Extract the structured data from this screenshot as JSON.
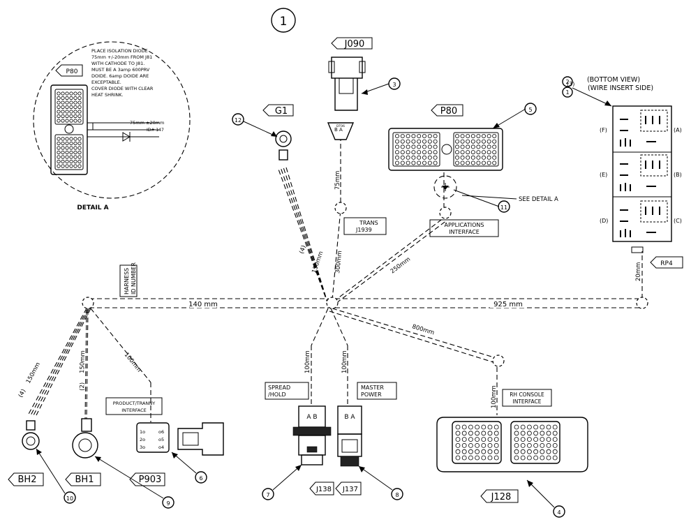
{
  "sheet_number": "1",
  "detail_a": {
    "title": "DETAIL A",
    "connector": "P80",
    "note": [
      "PLACE ISOLATION DIODE",
      "75mm +/-20mm FROM J81",
      "WITH CATHODE TO J81.",
      "MUST BE A 3amp 600PRV",
      "DOIDE. 6amp DOIDE ARE",
      "EXCEPTABLE.",
      "COVER DIODE WITH CLEAR",
      "HEAT SHRINK."
    ],
    "dimension": "75mm ±20mm",
    "part_ref": "ID# 147"
  },
  "connectors": {
    "j090": "J090",
    "g1": "G1",
    "p80": "P80",
    "bh2": "BH2",
    "bh1": "BH1",
    "p903": "P903",
    "j138": "J138",
    "j137": "J137",
    "j128": "J128",
    "rp4": "RP4"
  },
  "callouts": [
    "1",
    "2",
    "3",
    "4",
    "5",
    "6",
    "7",
    "8",
    "9",
    "10",
    "11",
    "12"
  ],
  "labels": {
    "see_detail": "SEE DETAIL A",
    "trans": "TRANS",
    "trans_j1939": "J1939",
    "apps_1": "APPLICATIONS",
    "apps_2": "INTERFACE",
    "harness_1": "HARNESS",
    "harness_2": "ID NUMBER",
    "product_1": "PRODUCT/TRANNY",
    "product_2": "INTERFACE",
    "spread_1": "SPREAD",
    "spread_2": "/HOLD",
    "master_1": "MASTER",
    "master_2": "POWER",
    "rh_1": "RH CONSOLE",
    "rh_2": "INTERFACE",
    "bottom_view_1": "(BOTTOM VIEW)",
    "bottom_view_2": "(WIRE INSERT SIDE)",
    "relay_qty": "(3)",
    "wire_count_4a": "(4)",
    "wire_count_4b": "(4)",
    "wire_count_2": "(2)",
    "j090_pins": "B   A",
    "j090_body": "DT06",
    "j138_pins": "A  B",
    "j137_pins": "B    A",
    "p903_pins_left": [
      "1o",
      "2o",
      "3o"
    ],
    "p903_pins_right": [
      "o6",
      "o5",
      "o4"
    ]
  },
  "relay": {
    "side_left": [
      "(F)",
      "(E)",
      "(D)"
    ],
    "side_right": [
      "(A)",
      "(B)",
      "(C)"
    ]
  },
  "dimensions": {
    "trunk_left": "140 mm",
    "trunk_right": "925 mm",
    "g1_branch": "150mm",
    "trans": "300mm",
    "j090": "75mm",
    "apps": "250mm",
    "rh": "800mm",
    "spread": "100mm",
    "master": "100mm",
    "rh_drop": "100mm",
    "bh2": "150mm",
    "bh1": "150mm",
    "p903": "100mm",
    "rp4": "20mm"
  }
}
